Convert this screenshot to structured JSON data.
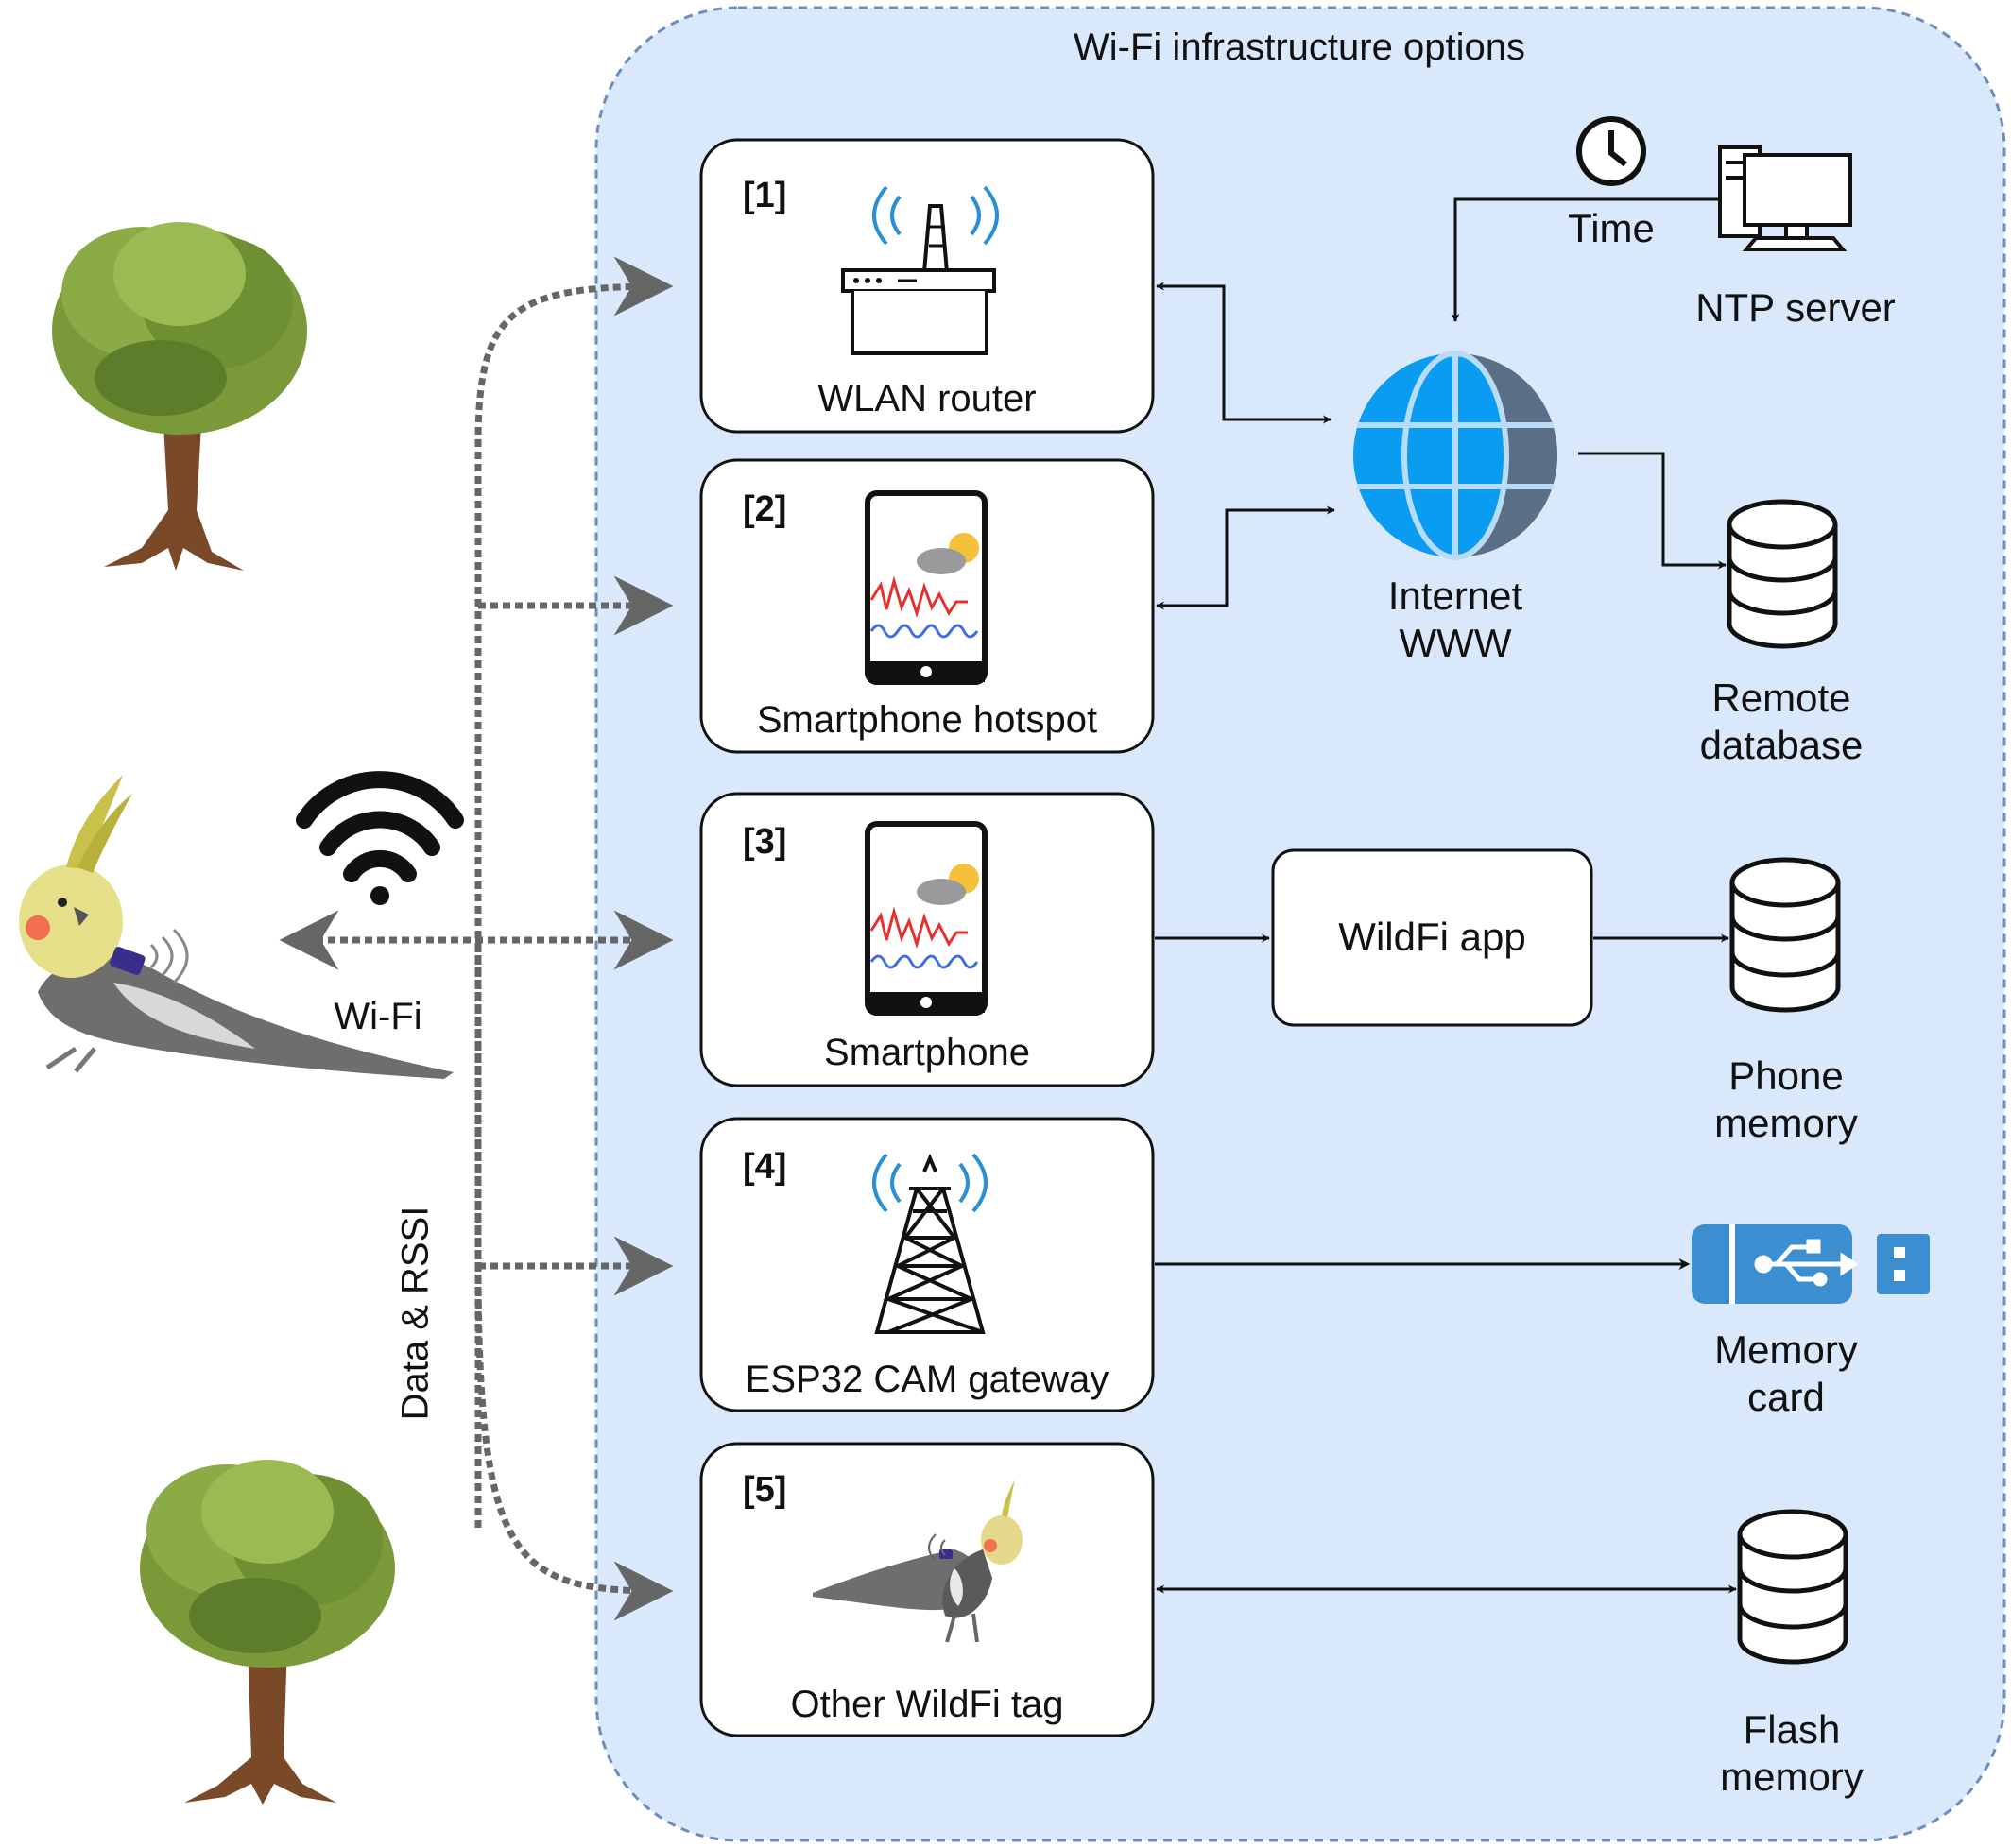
{
  "region_title": "Wi-Fi infrastructure options",
  "wifi_label": "Wi-Fi",
  "data_label": "Data & RSSI",
  "options": [
    {
      "number": "[1]",
      "label": "WLAN router",
      "icon": "router-icon"
    },
    {
      "number": "[2]",
      "label": "Smartphone hotspot",
      "icon": "smartphone-icon"
    },
    {
      "number": "[3]",
      "label": "Smartphone",
      "icon": "smartphone-icon"
    },
    {
      "number": "[4]",
      "label": "ESP32 CAM gateway",
      "icon": "gateway-tower-icon"
    },
    {
      "number": "[5]",
      "label": "Other WildFi tag",
      "icon": "tagged-bird-icon"
    }
  ],
  "internet": {
    "line1": "Internet",
    "line2": "WWW",
    "icon": "globe-icon"
  },
  "time_label": "Time",
  "ntp_server": {
    "label": "NTP server",
    "icon": "desktop-computer-icon"
  },
  "remote_db": {
    "line1": "Remote",
    "line2": "database",
    "icon": "database-icon"
  },
  "app_box": {
    "label": "WildFi app"
  },
  "phone_memory": {
    "line1": "Phone",
    "line2": "memory",
    "icon": "database-icon"
  },
  "memory_card": {
    "line1": "Memory",
    "line2": "card",
    "icon": "usb-stick-icon"
  },
  "flash_memory": {
    "line1": "Flash",
    "line2": "memory",
    "icon": "database-icon"
  },
  "colors": {
    "region_fill": "#dae8fc",
    "region_border": "#6c8ebf",
    "globe_blue": "#0a9cf0",
    "usb_blue": "#3b8fd0",
    "signal_blue": "#2b8fd6",
    "dotted_link": "#666666"
  }
}
